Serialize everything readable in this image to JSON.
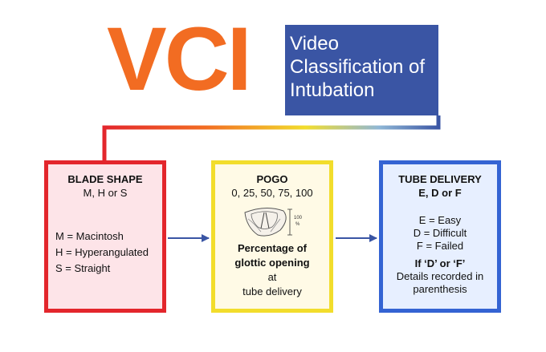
{
  "logo": {
    "text": "VCI",
    "color": "#f26c22"
  },
  "title_box": {
    "lines": [
      "Video",
      "Classification of",
      "Intubation"
    ],
    "background": "#3a55a4"
  },
  "blade_shape": {
    "title": "BLADE SHAPE",
    "options": "M, H or S",
    "definitions": [
      "M = Macintosh",
      "H = Hyperangulated",
      "S = Straight"
    ],
    "border_color": "#e3262c"
  },
  "pogo": {
    "title": "POGO",
    "options": "0, 25, 50, 75, 100",
    "scale_label": "100",
    "scale_unit": "%",
    "description_bold": [
      "Percentage of",
      "glottic opening"
    ],
    "description_rest": [
      "at",
      "tube delivery"
    ],
    "border_color": "#f2dd2c"
  },
  "tube_delivery": {
    "title": "TUBE DELIVERY",
    "options": "E, D or F",
    "definitions": [
      "E = Easy",
      "D = Difficult",
      "F = Failed"
    ],
    "note_bold": "If ‘D’ or ‘F’",
    "note_rest": [
      "Details recorded in",
      "parenthesis"
    ],
    "border_color": "#3463d3"
  },
  "arrow_color": "#3a55a4",
  "connector_gradient": [
    "#e3262c",
    "#f26c22",
    "#f2dd2c",
    "#8fb7d6",
    "#3a55a4"
  ]
}
